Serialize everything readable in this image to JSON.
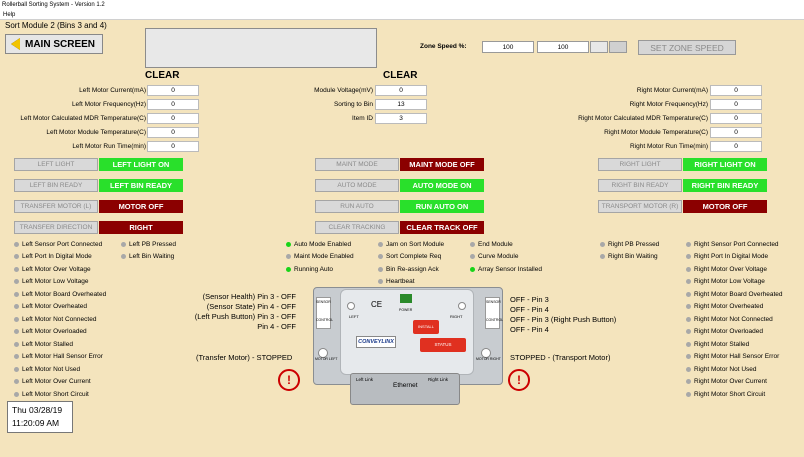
{
  "window": {
    "title": "Rollerball Sorting System - Version 1.2",
    "menu": "Help"
  },
  "module_title": "Sort Module 2 (Bins 3 and 4)",
  "main_screen_label": "MAIN SCREEN",
  "clear_left": "CLEAR",
  "clear_right": "CLEAR",
  "zone": {
    "label": "Zone Speed %:",
    "value1": "100",
    "value2": "100",
    "button": "SET ZONE SPEED"
  },
  "left_motor": {
    "fields": [
      {
        "label": "Left Motor Current(mA)",
        "value": "0"
      },
      {
        "label": "Left Motor Frequency(Hz)",
        "value": "0"
      },
      {
        "label": "Left Motor Calculated MDR Temperature(C)",
        "value": "0"
      },
      {
        "label": "Left Motor Module Temperature(C)",
        "value": "0"
      },
      {
        "label": "Left Motor Run Time(min)",
        "value": "0"
      }
    ]
  },
  "module": {
    "fields": [
      {
        "label": "Module Voltage(mV)",
        "value": "0"
      },
      {
        "label": "Sorting to Bin",
        "value": "13"
      },
      {
        "label": "Item ID",
        "value": "3"
      }
    ]
  },
  "right_motor": {
    "fields": [
      {
        "label": "Right Motor Current(mA)",
        "value": "0"
      },
      {
        "label": "Right Motor Frequency(Hz)",
        "value": "0"
      },
      {
        "label": "Right Motor Calculated MDR Temperature(C)",
        "value": "0"
      },
      {
        "label": "Right Motor Module Temperature(C)",
        "value": "0"
      },
      {
        "label": "Right Motor Run Time(min)",
        "value": "0"
      }
    ]
  },
  "controls": {
    "left": [
      {
        "button": "LEFT LIGHT",
        "status": "LEFT LIGHT ON",
        "color": "#29e02b"
      },
      {
        "button": "LEFT BIN READY",
        "status": "LEFT BIN READY",
        "color": "#29e02b"
      },
      {
        "button": "TRANSFER MOTOR (L)",
        "status": "MOTOR OFF",
        "color": "#8b0000"
      },
      {
        "button": "TRANSFER DIRECTION",
        "status": "RIGHT",
        "color": "#8b0000"
      }
    ],
    "middle": [
      {
        "button": "MAINT MODE",
        "status": "MAINT MODE OFF",
        "color": "#8b0000"
      },
      {
        "button": "AUTO MODE",
        "status": "AUTO MODE ON",
        "color": "#29e02b"
      },
      {
        "button": "RUN AUTO",
        "status": "RUN AUTO ON",
        "color": "#29e02b"
      },
      {
        "button": "CLEAR TRACKING",
        "status": "CLEAR TRACK OFF",
        "color": "#8b0000"
      }
    ],
    "right": [
      {
        "button": "RIGHT LIGHT",
        "status": "RIGHT LIGHT ON",
        "color": "#29e02b"
      },
      {
        "button": "RIGHT BIN READY",
        "status": "RIGHT BIN READY",
        "color": "#29e02b"
      },
      {
        "button": "TRANSPORT MOTOR (R)",
        "status": "MOTOR OFF",
        "color": "#8b0000"
      }
    ]
  },
  "indicators": {
    "left_col1": [
      "Left Sensor Port Connected",
      "Left Port In Digital Mode",
      "Left Motor Over Voltage",
      "Left Motor Low Voltage",
      "Left Motor Board Overheated",
      "Left Motor Overheated",
      "Left Motor Not Connected",
      "Left Motor Overloaded",
      "Left Motor Stalled",
      "Left Motor Hall Sensor Error",
      "Left Motor Not Used",
      "Left Motor Over Current",
      "Left Motor Short Circuit"
    ],
    "left_col2": [
      "Left PB Pressed",
      "Left Bin Waiting"
    ],
    "mid_col1": [
      {
        "label": "Auto Mode Enabled",
        "on": true
      },
      {
        "label": "Maint Mode Enabled",
        "on": false
      },
      {
        "label": "Running Auto",
        "on": true
      }
    ],
    "mid_col2": [
      "Jam on Sort Module",
      "Sort Complete Req",
      "Bin Re-assign Ack",
      "Heartbeat"
    ],
    "mid_col3": [
      {
        "label": "End Module",
        "on": false
      },
      {
        "label": "Curve Module",
        "on": false
      },
      {
        "label": "Array Sensor Installed",
        "on": true
      }
    ],
    "right_col1": [
      "Right PB Pressed",
      "Right Bin Waiting"
    ],
    "right_col2": [
      "Right Sensor Port Connected",
      "Right Port In Digital Mode",
      "Right Motor Over Voltage",
      "Right Motor Low Voltage",
      "Right Motor Board Overheated",
      "Right Motor Overheated",
      "Right Motor Not Connected",
      "Right Motor Overloaded",
      "Right Motor Stalled",
      "Right Motor Hall Sensor Error",
      "Right Motor Not Used",
      "Right Motor Over Current",
      "Right Motor Short Circuit"
    ]
  },
  "pins_left": [
    "(Sensor Health) Pin 3 - OFF",
    "(Sensor State) Pin 4 - OFF",
    "(Left Push Button) Pin 3 - OFF",
    "Pin 4 - OFF"
  ],
  "pins_right": [
    "OFF - Pin 3",
    "OFF - Pin 4",
    "OFF - Pin 3 (Right Push Button)",
    "OFF - Pin 4"
  ],
  "transfer_status": "(Transfer Motor) - STOPPED",
  "transport_status": "STOPPED - (Transport Motor)",
  "device": {
    "sensor": "SENSOR",
    "control": "CONTROL",
    "left": "LEFT",
    "right": "RIGHT",
    "ce": "CE",
    "power": "POWER",
    "install": "INSTALL",
    "status": "STATUS",
    "motor_left": "MOTOR LEFT",
    "motor_right": "MOTOR RIGHT",
    "brand": "CONVEYLINX",
    "ethernet": "Ethernet",
    "left_link": "Left Link",
    "right_link": "Right Link"
  },
  "datetime": {
    "date": "Thu 03/28/19",
    "time": "11:20:09 AM"
  }
}
